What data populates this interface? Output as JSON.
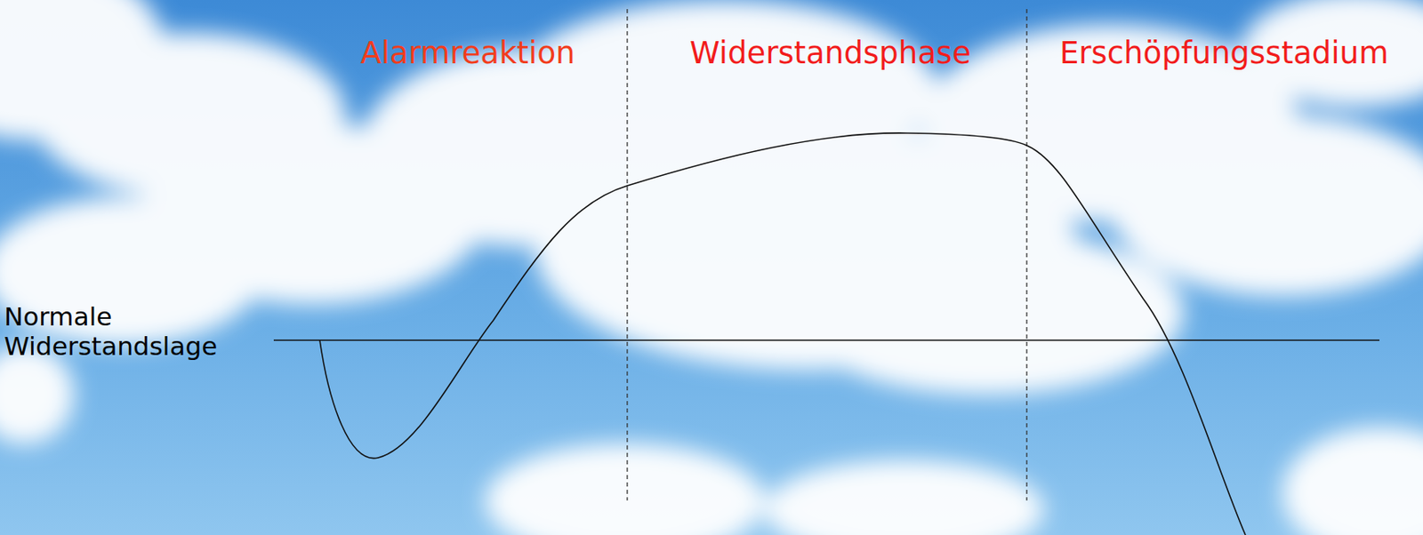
{
  "diagram": {
    "labels": [
      "Alarmreaktion",
      "Widerstandsphase",
      "Erschöpfungsstadium",
      "Normale Widerstandslage"
    ]
  }
}
